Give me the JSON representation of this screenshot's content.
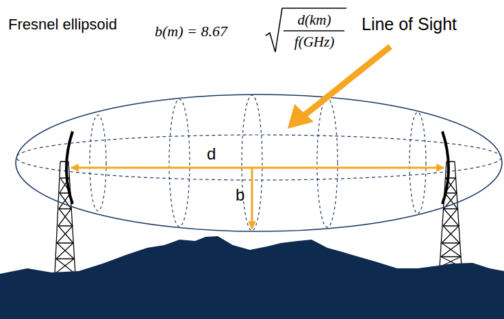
{
  "diagram": {
    "labels": [
      "b(m) = 8.67",
      "d(km)",
      "f(GHz)",
      "Fresnel ellipsoid",
      "Line of Sight",
      "d",
      "b"
    ]
  }
}
